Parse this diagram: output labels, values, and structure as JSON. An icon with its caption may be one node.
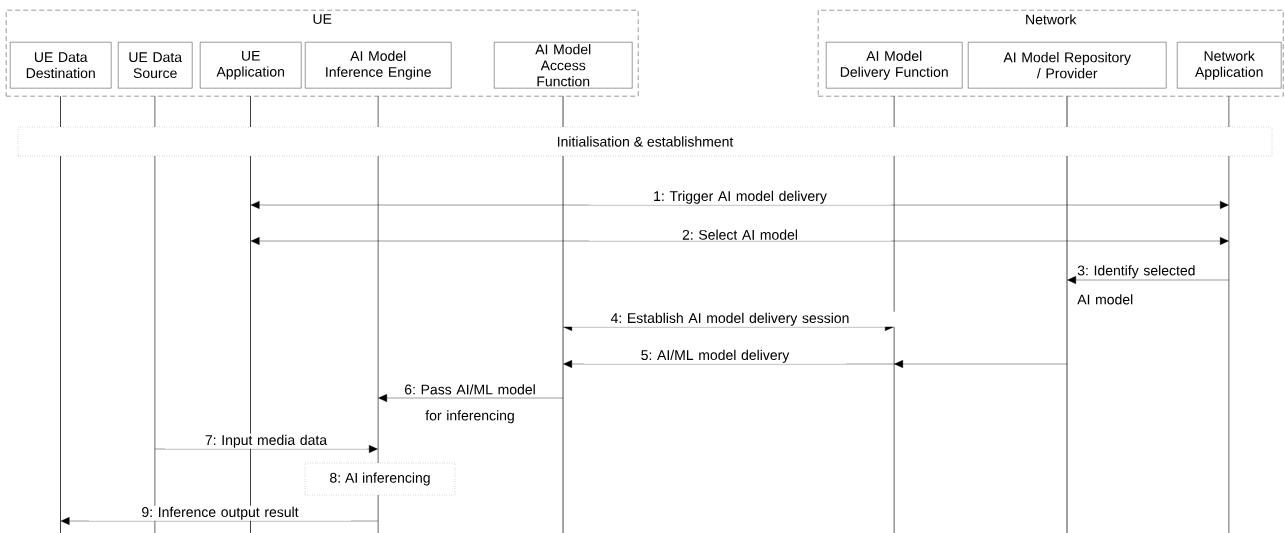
{
  "diagram": {
    "nodes": [
      {
        "text": [
          "UE"
        ]
      },
      {
        "text": [
          "Network"
        ]
      },
      {
        "text": [
          "UE Data Destination"
        ],
        "in": 0
      },
      {
        "text": [
          "UE Data Source"
        ],
        "in": 0
      },
      {
        "text": [
          "UE Application"
        ],
        "in": 0
      },
      {
        "text": [
          "AI Model Inference Engine"
        ],
        "in": 0
      },
      {
        "text": [
          "AI Model Access Function"
        ],
        "in": 0
      },
      {
        "text": [
          "AI Model Delivery Function"
        ],
        "in": 1
      },
      {
        "text": [
          "AI Model Repository / Provider"
        ],
        "in": 1
      },
      {
        "text": [
          "Network Application"
        ],
        "in": 1
      },
      {
        "text": [
          "Initialisation & establishment"
        ]
      },
      {
        "text": [
          "8: AI inferencing"
        ]
      },
      {
        "text": [],
        "shape": "line"
      },
      {
        "text": [],
        "shape": "line"
      },
      {
        "text": [],
        "shape": "line"
      },
      {
        "text": [],
        "shape": "line"
      },
      {
        "text": [],
        "shape": "line"
      },
      {
        "text": [],
        "shape": "line"
      },
      {
        "text": [],
        "shape": "line"
      },
      {
        "text": [],
        "shape": "line"
      }
    ],
    "edges": [
      {
        "from": 14,
        "to": 19,
        "arrow": "both",
        "label": "1: Trigger AI model delivery"
      },
      {
        "from": 14,
        "to": 19,
        "arrow": "both",
        "label": "2: Select AI model"
      },
      {
        "from": 19,
        "to": 18,
        "arrow": "to",
        "label": "3: Identify selected AI model"
      },
      {
        "from": 16,
        "to": 17,
        "arrow": "both",
        "label": "4: Establish AI model delivery session"
      },
      {
        "from": 18,
        "to": 16,
        "arrow": "to",
        "label": "5: AI/ML model delivery"
      },
      {
        "from": 18,
        "to": 17,
        "arrow": "to"
      },
      {
        "from": 16,
        "to": 15,
        "arrow": "to",
        "label": "6: Pass AI/ML model for inferencing"
      },
      {
        "from": 13,
        "to": 15,
        "arrow": "to",
        "label": "7: Input media data"
      },
      {
        "from": 15,
        "to": 12,
        "arrow": "to",
        "label": "9: Inference output result"
      }
    ]
  }
}
